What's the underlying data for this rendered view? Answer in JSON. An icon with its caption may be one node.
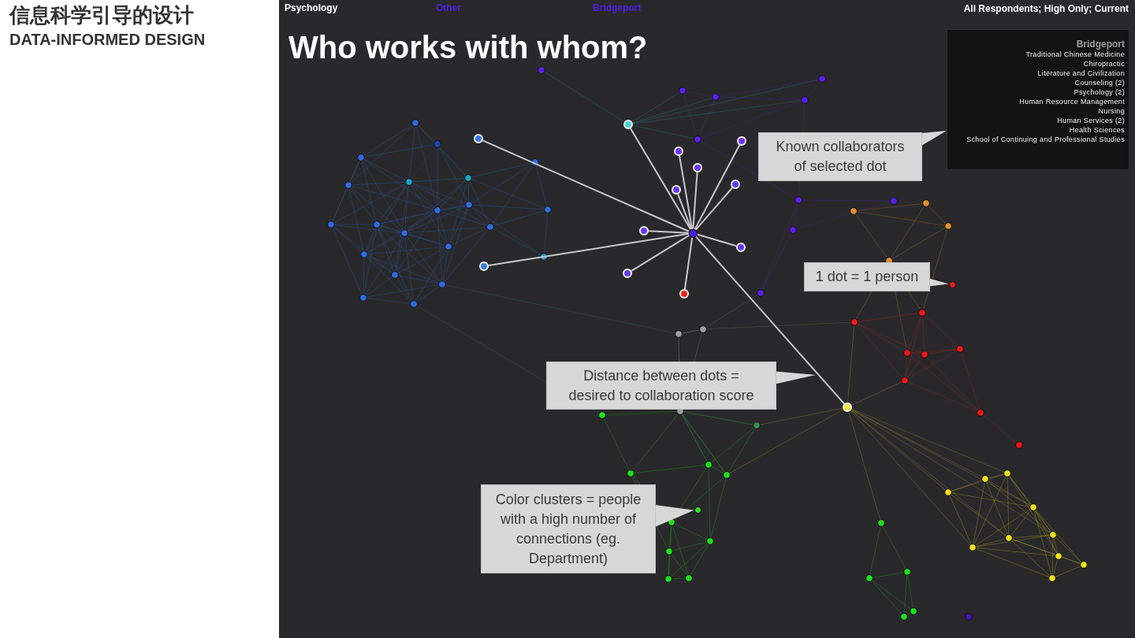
{
  "diagram": {
    "title": "Who works with whom?",
    "nodes": [
      {
        "text": [
          "Bridgeport",
          "Traditional Chinese Medicine",
          "Chiropractic",
          "Literature and Civilization",
          "Counseling (2)",
          "Psychology (2)",
          "Human Resource Management",
          "Nursing",
          "Human Services (2)",
          "Health Sciences",
          "School of Continuing and Professional Studies"
        ]
      },
      {
        "text": [
          "Known collaborators of selected dot"
        ]
      },
      {
        "text": [
          "1 dot = 1 person"
        ]
      },
      {
        "text": [
          "Distance between dots = desired to collaboration score"
        ]
      },
      {
        "text": [
          "Color clusters = people with a high number of connections (eg. Department)"
        ]
      },
      {
        "text": [],
        "shape": "circle"
      },
      {
        "text": [],
        "shape": "circle"
      },
      {
        "text": [],
        "shape": "circle"
      },
      {
        "text": [],
        "shape": "circle"
      },
      {
        "text": [],
        "shape": "circle"
      },
      {
        "text": [],
        "shape": "circle"
      },
      {
        "text": [],
        "shape": "circle"
      },
      {
        "text": [],
        "shape": "circle"
      },
      {
        "text": [],
        "shape": "circle"
      },
      {
        "text": [],
        "shape": "circle"
      },
      {
        "text": [],
        "shape": "circle"
      },
      {
        "text": [],
        "shape": "circle"
      },
      {
        "text": [],
        "shape": "circle"
      },
      {
        "text": [],
        "shape": "circle"
      },
      {
        "text": [],
        "shape": "circle"
      },
      {
        "text": [],
        "shape": "circle"
      }
    ],
    "edges": [
      {
        "from": 5,
        "to": 6,
        "arrow": "none"
      },
      {
        "from": 5,
        "to": 7,
        "arrow": "none"
      },
      {
        "from": 5,
        "to": 8,
        "arrow": "none"
      },
      {
        "from": 5,
        "to": 9,
        "arrow": "none"
      },
      {
        "from": 5,
        "to": 10,
        "arrow": "none"
      },
      {
        "from": 5,
        "to": 11,
        "arrow": "none"
      },
      {
        "from": 5,
        "to": 12,
        "arrow": "none"
      },
      {
        "from": 5,
        "to": 13,
        "arrow": "none"
      },
      {
        "from": 5,
        "to": 14,
        "arrow": "none"
      },
      {
        "from": 5,
        "to": 15,
        "arrow": "none"
      },
      {
        "from": 5,
        "to": 16,
        "arrow": "none"
      },
      {
        "from": 5,
        "to": 17,
        "arrow": "none"
      },
      {
        "from": 5,
        "to": 18,
        "arrow": "none"
      },
      {
        "from": 1,
        "to": 0,
        "arrow": "to"
      },
      {
        "from": 2,
        "to": 20,
        "arrow": "to"
      },
      {
        "from": 3,
        "to": null,
        "arrow": "to"
      },
      {
        "from": 4,
        "to": 19,
        "arrow": "to"
      }
    ],
    "labels": [
      "信息科学引导的设计",
      "DATA-INFORMED DESIGN",
      "Psychology",
      "Other",
      "Bridgeport",
      "All Respondents; High Only; Current"
    ]
  }
}
